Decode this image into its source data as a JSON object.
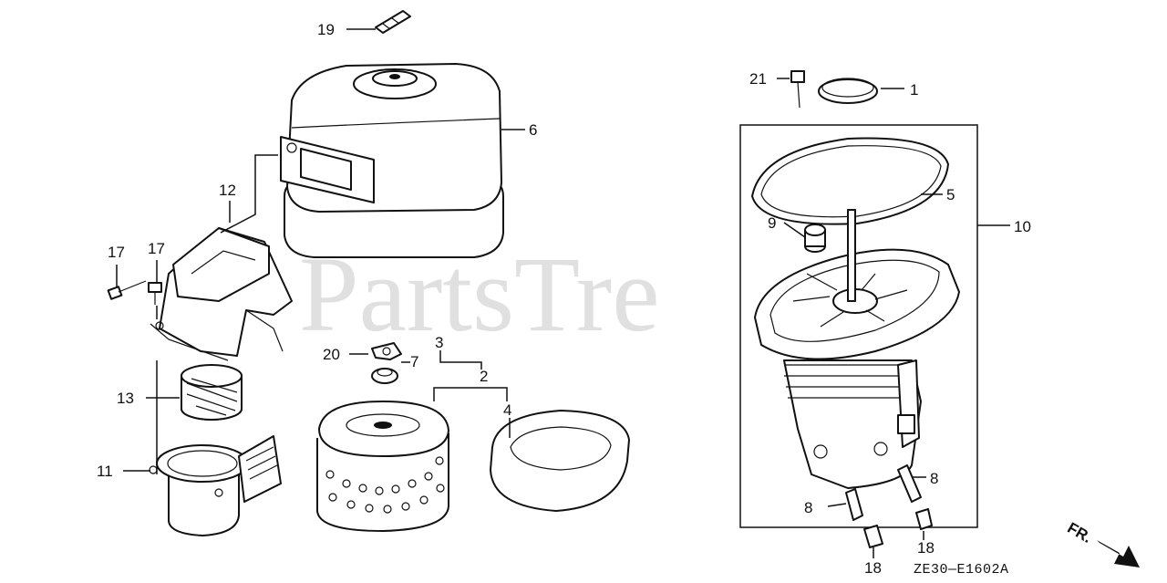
{
  "watermark": "PartsTre",
  "diagram_code": "ZE30—E1602A",
  "direction_label": "FR.",
  "callouts": {
    "c1": "1",
    "c2": "2",
    "c3": "3",
    "c4": "4",
    "c5": "5",
    "c6": "6",
    "c7": "7",
    "c8a": "8",
    "c8b": "8",
    "c9": "9",
    "c10": "10",
    "c11": "11",
    "c12": "12",
    "c13": "13",
    "c17a": "17",
    "c17b": "17",
    "c18a": "18",
    "c18b": "18",
    "c19": "19",
    "c20": "20",
    "c21": "21"
  }
}
